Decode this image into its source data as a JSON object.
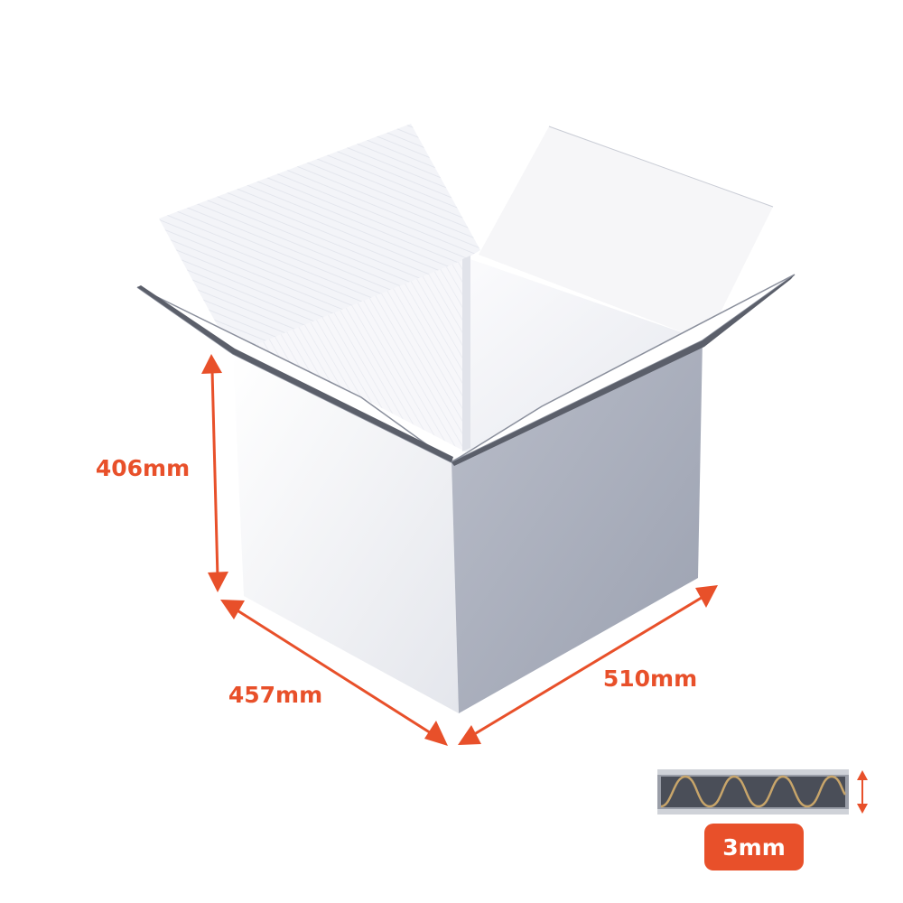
{
  "colors": {
    "accent": "#e8502a",
    "box_white": "#ffffff",
    "box_grey": "#a6abb8"
  },
  "product": {
    "icon": "open-cardboard-box",
    "dimensions": {
      "height": "406mm",
      "width": "457mm",
      "length": "510mm"
    }
  },
  "wall_thickness": {
    "icon": "corrugated-board-cross-section",
    "label": "3mm"
  }
}
